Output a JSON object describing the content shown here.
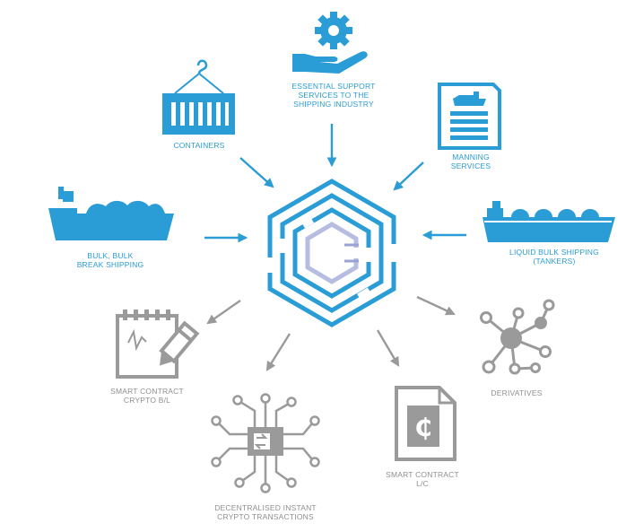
{
  "colors": {
    "blue": "#2a9cd6",
    "grey": "#9a9a9a",
    "center_light": "#b6bde0",
    "background": "#ffffff"
  },
  "center": {
    "icon": "crypto-maze-logo-icon"
  },
  "inputs": {
    "support": {
      "icon": "gear-in-hand-icon",
      "lines": [
        "ESSENTIAL SUPPORT",
        "SERVICES TO THE",
        "SHIPPING INDUSTRY"
      ]
    },
    "containers": {
      "icon": "container-crane-icon",
      "lines": [
        "CONTAINERS"
      ]
    },
    "manning": {
      "icon": "crew-document-icon",
      "lines": [
        "MANNING",
        "SERVICES"
      ]
    },
    "bulk": {
      "icon": "bulk-ship-icon",
      "lines": [
        "BULK, BULK",
        "BREAK SHIPPING"
      ]
    },
    "tankers": {
      "icon": "tanker-ship-icon",
      "lines": [
        "LIQUID BULK SHIPPING",
        "(TANKERS)"
      ]
    }
  },
  "outputs": {
    "smart_bl": {
      "icon": "contract-pen-icon",
      "lines": [
        "SMART CONTRACT",
        "CRYPTO B/L"
      ]
    },
    "crypto_tx": {
      "icon": "circuit-chip-icon",
      "lines": [
        "DECENTRALISED INSTANT",
        "CRYPTO TRANSACTIONS"
      ]
    },
    "smart_lc": {
      "icon": "crypto-document-icon",
      "lines": [
        "SMART CONTRACT",
        "L/C"
      ]
    },
    "derivatives": {
      "icon": "network-nodes-icon",
      "lines": [
        "DERIVATIVES"
      ]
    }
  }
}
